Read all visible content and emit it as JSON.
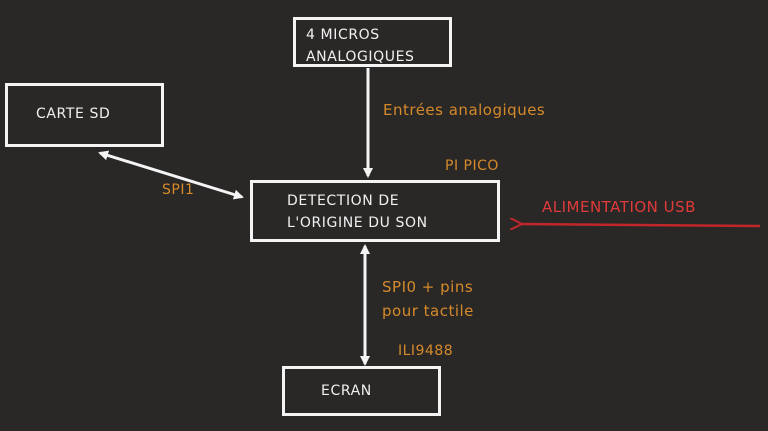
{
  "diagram": {
    "boxes": {
      "micros": {
        "line1": "4 MICROS",
        "line2": "ANALOGIQUES"
      },
      "sd_card": {
        "label": "CARTE SD"
      },
      "detection": {
        "line1": "DETECTION DE",
        "line2": "L'ORIGINE DU SON"
      },
      "screen": {
        "label": "ECRAN"
      }
    },
    "labels": {
      "analog_inputs": "Entrées analogiques",
      "pi_pico": "PI PICO",
      "spi1": "SPI1",
      "power_usb": "ALIMENTATION USB",
      "spi0_line1": "SPI0 + pins",
      "spi0_line2": "pour tactile",
      "ili9488": "ILI9488"
    },
    "colors": {
      "background": "#2a2827",
      "line": "#f4f4f4",
      "annotation": "#d58a2a",
      "power": "#c0262a"
    }
  }
}
